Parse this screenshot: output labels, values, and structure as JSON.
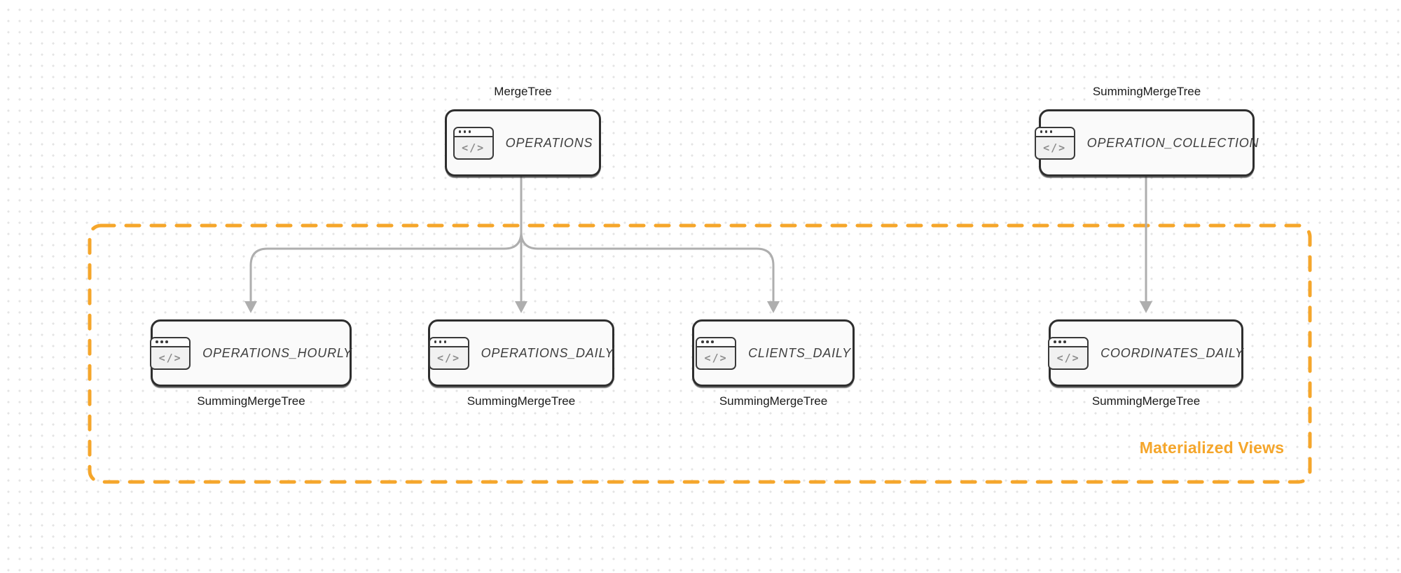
{
  "diagram": {
    "region_label": "Materialized Views",
    "icon_glyph": "</>",
    "colors": {
      "accent_orange": "#f5a62b",
      "edge_gray": "#aeaeae",
      "node_border": "#2e2e2e",
      "node_background": "#fafafa",
      "node_text": "#3e3e3e",
      "label_text": "#1a1a1a",
      "grid_dot": "#e4e4e4"
    },
    "nodes": [
      {
        "id": "operations",
        "name": "OPERATIONS",
        "engine": "MergeTree",
        "engine_position": "top"
      },
      {
        "id": "operation_collection",
        "name": "OPERATION_COLLECTION",
        "engine": "SummingMergeTree",
        "engine_position": "top"
      },
      {
        "id": "operations_hourly",
        "name": "OPERATIONS_HOURLY",
        "engine": "SummingMergeTree",
        "engine_position": "bottom"
      },
      {
        "id": "operations_daily",
        "name": "OPERATIONS_DAILY",
        "engine": "SummingMergeTree",
        "engine_position": "bottom"
      },
      {
        "id": "clients_daily",
        "name": "CLIENTS_DAILY",
        "engine": "SummingMergeTree",
        "engine_position": "bottom"
      },
      {
        "id": "coordinates_daily",
        "name": "COORDINATES_DAILY",
        "engine": "SummingMergeTree",
        "engine_position": "bottom"
      }
    ],
    "edges": [
      {
        "from": "operations",
        "to": "operations_hourly"
      },
      {
        "from": "operations",
        "to": "operations_daily"
      },
      {
        "from": "operations",
        "to": "clients_daily"
      },
      {
        "from": "operation_collection",
        "to": "coordinates_daily"
      }
    ]
  }
}
